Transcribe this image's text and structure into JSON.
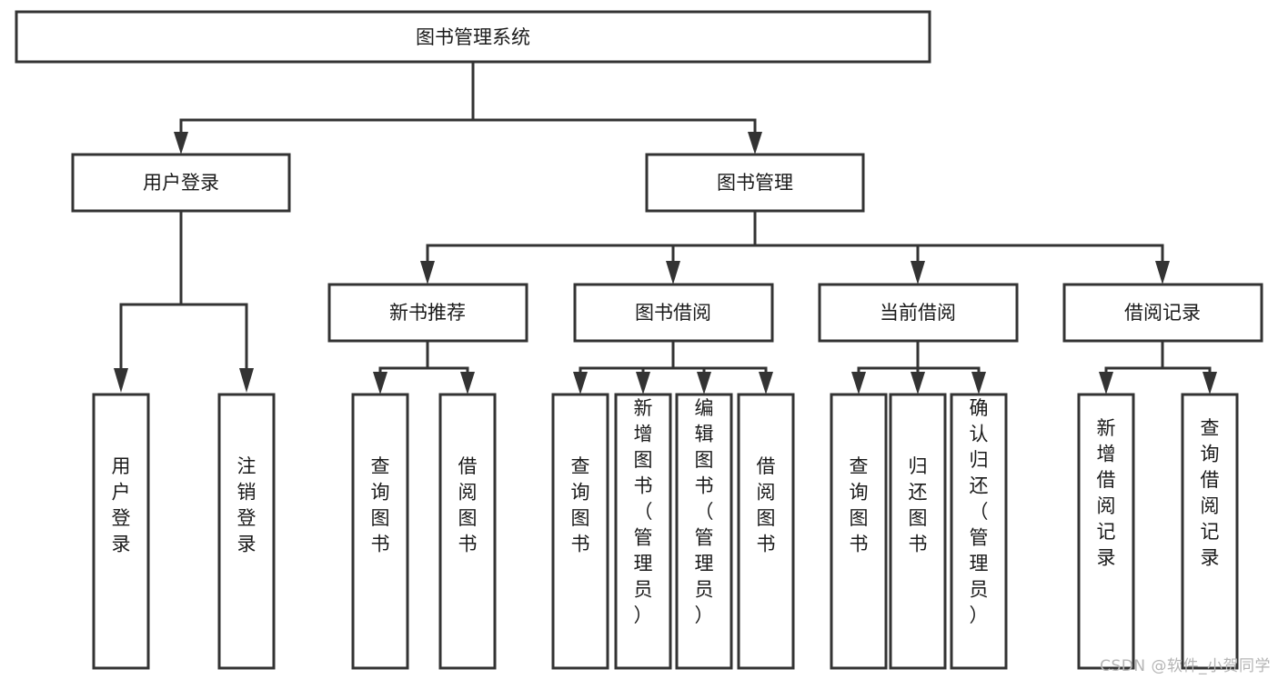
{
  "diagram": {
    "type": "tree-hierarchy",
    "title": "图书管理系统",
    "colors": {
      "stroke": "#333333",
      "fill": "#ffffff",
      "text": "#1a1a1a",
      "watermark": "#b5b5b5"
    },
    "root": {
      "id": "root",
      "label": "图书管理系统",
      "orientation": "horizontal"
    },
    "level2": [
      {
        "id": "user-login",
        "label": "用户登录",
        "orientation": "horizontal"
      },
      {
        "id": "book-manage",
        "label": "图书管理",
        "orientation": "horizontal"
      }
    ],
    "level3": [
      {
        "id": "new-book-recommend",
        "label": "新书推荐",
        "orientation": "horizontal",
        "parent": "book-manage"
      },
      {
        "id": "book-borrow",
        "label": "图书借阅",
        "orientation": "horizontal",
        "parent": "book-manage"
      },
      {
        "id": "current-borrow",
        "label": "当前借阅",
        "orientation": "horizontal",
        "parent": "book-manage"
      },
      {
        "id": "borrow-record",
        "label": "借阅记录",
        "orientation": "horizontal",
        "parent": "book-manage"
      }
    ],
    "leaves": [
      {
        "id": "leaf-user-login",
        "label": "用户登录",
        "orientation": "vertical",
        "parent": "user-login"
      },
      {
        "id": "leaf-logout",
        "label": "注销登录",
        "orientation": "vertical",
        "parent": "user-login"
      },
      {
        "id": "leaf-query-book-1",
        "label": "查询图书",
        "orientation": "vertical",
        "parent": "new-book-recommend"
      },
      {
        "id": "leaf-borrow-book-1",
        "label": "借阅图书",
        "orientation": "vertical",
        "parent": "new-book-recommend"
      },
      {
        "id": "leaf-query-book-2",
        "label": "查询图书",
        "orientation": "vertical",
        "parent": "book-borrow"
      },
      {
        "id": "leaf-add-book",
        "label": "新增图书（管理员）",
        "orientation": "vertical",
        "parent": "book-borrow"
      },
      {
        "id": "leaf-edit-book",
        "label": "编辑图书（管理员）",
        "orientation": "vertical",
        "parent": "book-borrow"
      },
      {
        "id": "leaf-borrow-book-2",
        "label": "借阅图书",
        "orientation": "vertical",
        "parent": "book-borrow"
      },
      {
        "id": "leaf-query-book-3",
        "label": "查询图书",
        "orientation": "vertical",
        "parent": "current-borrow"
      },
      {
        "id": "leaf-return-book",
        "label": "归还图书",
        "orientation": "vertical",
        "parent": "current-borrow"
      },
      {
        "id": "leaf-confirm-return",
        "label": "确认归还（管理员）",
        "orientation": "vertical",
        "parent": "current-borrow"
      },
      {
        "id": "leaf-add-record",
        "label": "新增借阅记录",
        "orientation": "vertical",
        "parent": "borrow-record"
      },
      {
        "id": "leaf-query-record",
        "label": "查询借阅记录",
        "orientation": "vertical",
        "parent": "borrow-record"
      }
    ],
    "watermark": "CSDN @软件_小贺同学"
  }
}
